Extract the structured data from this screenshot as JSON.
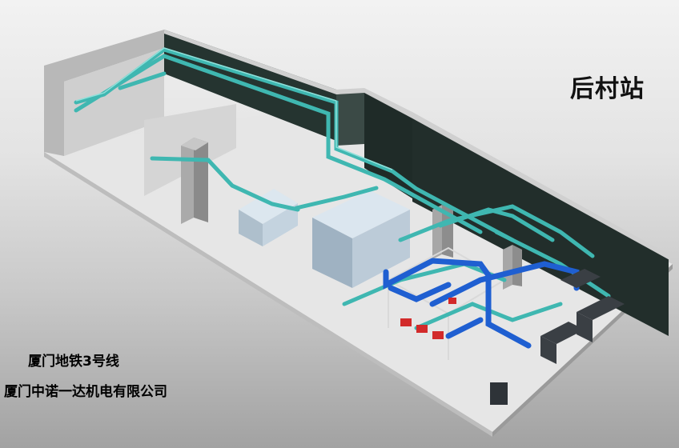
{
  "station_label": "后村站",
  "caption": {
    "line1": "厦门地铁3号线",
    "line2": "厦门中诺一达机电有限公司"
  },
  "colors": {
    "wall_dark": "#24302c",
    "floor": "#e4e4e4",
    "pipe_teal": "#3fb7b1",
    "pipe_blue": "#1f5fd1",
    "equipment_box": "#c8d7e3",
    "pump_red": "#d22a2a"
  }
}
